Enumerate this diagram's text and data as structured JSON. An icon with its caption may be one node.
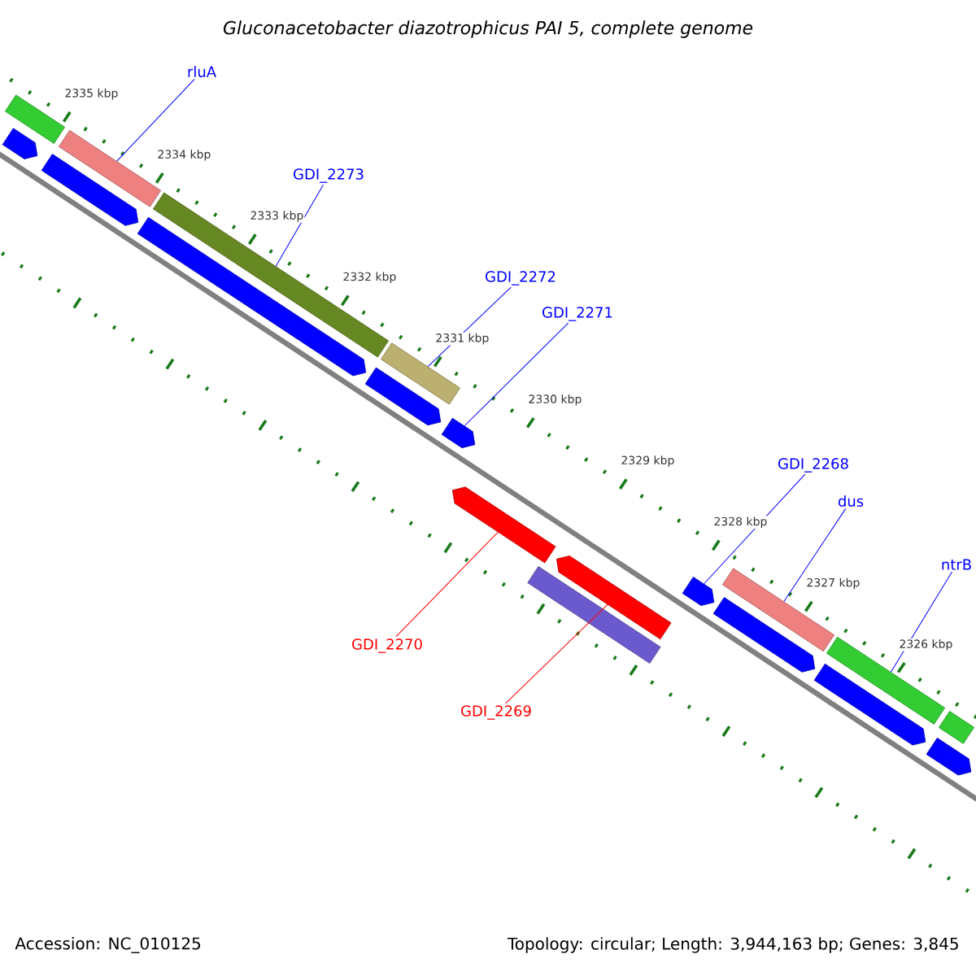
{
  "diagram": {
    "title": "Gluconacetobacter diazotrophicus PAI 5, complete genome",
    "nodes": [
      {
        "text": [
          "rluA"
        ]
      },
      {
        "text": [
          "GDI_2273"
        ]
      },
      {
        "text": [
          "GDI_2272"
        ]
      },
      {
        "text": [
          "GDI_2271"
        ]
      },
      {
        "text": [
          "GDI_2268"
        ]
      },
      {
        "text": [
          "dus"
        ]
      },
      {
        "text": [
          "ntrB"
        ]
      },
      {
        "text": [
          "GDI_2270"
        ]
      },
      {
        "text": [
          "GDI_2269"
        ]
      },
      {
        "text": [],
        "shape": "bar"
      },
      {
        "text": [],
        "shape": "bar"
      },
      {
        "text": [],
        "shape": "bar"
      },
      {
        "text": [],
        "shape": "arrow"
      },
      {
        "text": [],
        "shape": "arrow"
      },
      {
        "text": [],
        "shape": "bar"
      },
      {
        "text": [],
        "shape": "bar"
      },
      {
        "text": [],
        "shape": "arrow"
      },
      {
        "text": [],
        "shape": "arrow"
      },
      {
        "text": [],
        "shape": "bar"
      },
      {
        "text": [],
        "shape": "arrow"
      },
      {
        "text": [],
        "shape": "arrow"
      },
      {
        "text": [],
        "shape": "arrow"
      },
      {
        "text": [],
        "shape": "arrow"
      },
      {
        "text": [],
        "shape": "bar"
      },
      {
        "text": [],
        "shape": "arrow"
      },
      {
        "text": [],
        "shape": "arrow"
      },
      {
        "text": [],
        "shape": "bar"
      },
      {
        "text": [],
        "shape": "arrow"
      }
    ],
    "edges": [
      {
        "from": 0,
        "to": 9,
        "arrow": "none"
      },
      {
        "from": 1,
        "to": 10,
        "arrow": "none"
      },
      {
        "from": 2,
        "to": 11,
        "arrow": "none"
      },
      {
        "from": 3,
        "to": 12,
        "arrow": "none"
      },
      {
        "from": 4,
        "to": 13,
        "arrow": "none"
      },
      {
        "from": 5,
        "to": 14,
        "arrow": "none"
      },
      {
        "from": 6,
        "to": 15,
        "arrow": "none"
      },
      {
        "from": 7,
        "to": 16,
        "arrow": "none",
        "color": "#ff0000"
      },
      {
        "from": 8,
        "to": 17,
        "arrow": "none",
        "color": "#ff0000"
      }
    ],
    "labels": [
      "2335 kbp",
      "2334 kbp",
      "2333 kbp",
      "2332 kbp",
      "2331 kbp",
      "2330 kbp",
      "2329 kbp",
      "2328 kbp",
      "2327 kbp",
      "2326 kbp",
      "Accession: NC_010125",
      "Topology: circular; Length: 3,944,163 bp; Genes: 3,845"
    ]
  }
}
